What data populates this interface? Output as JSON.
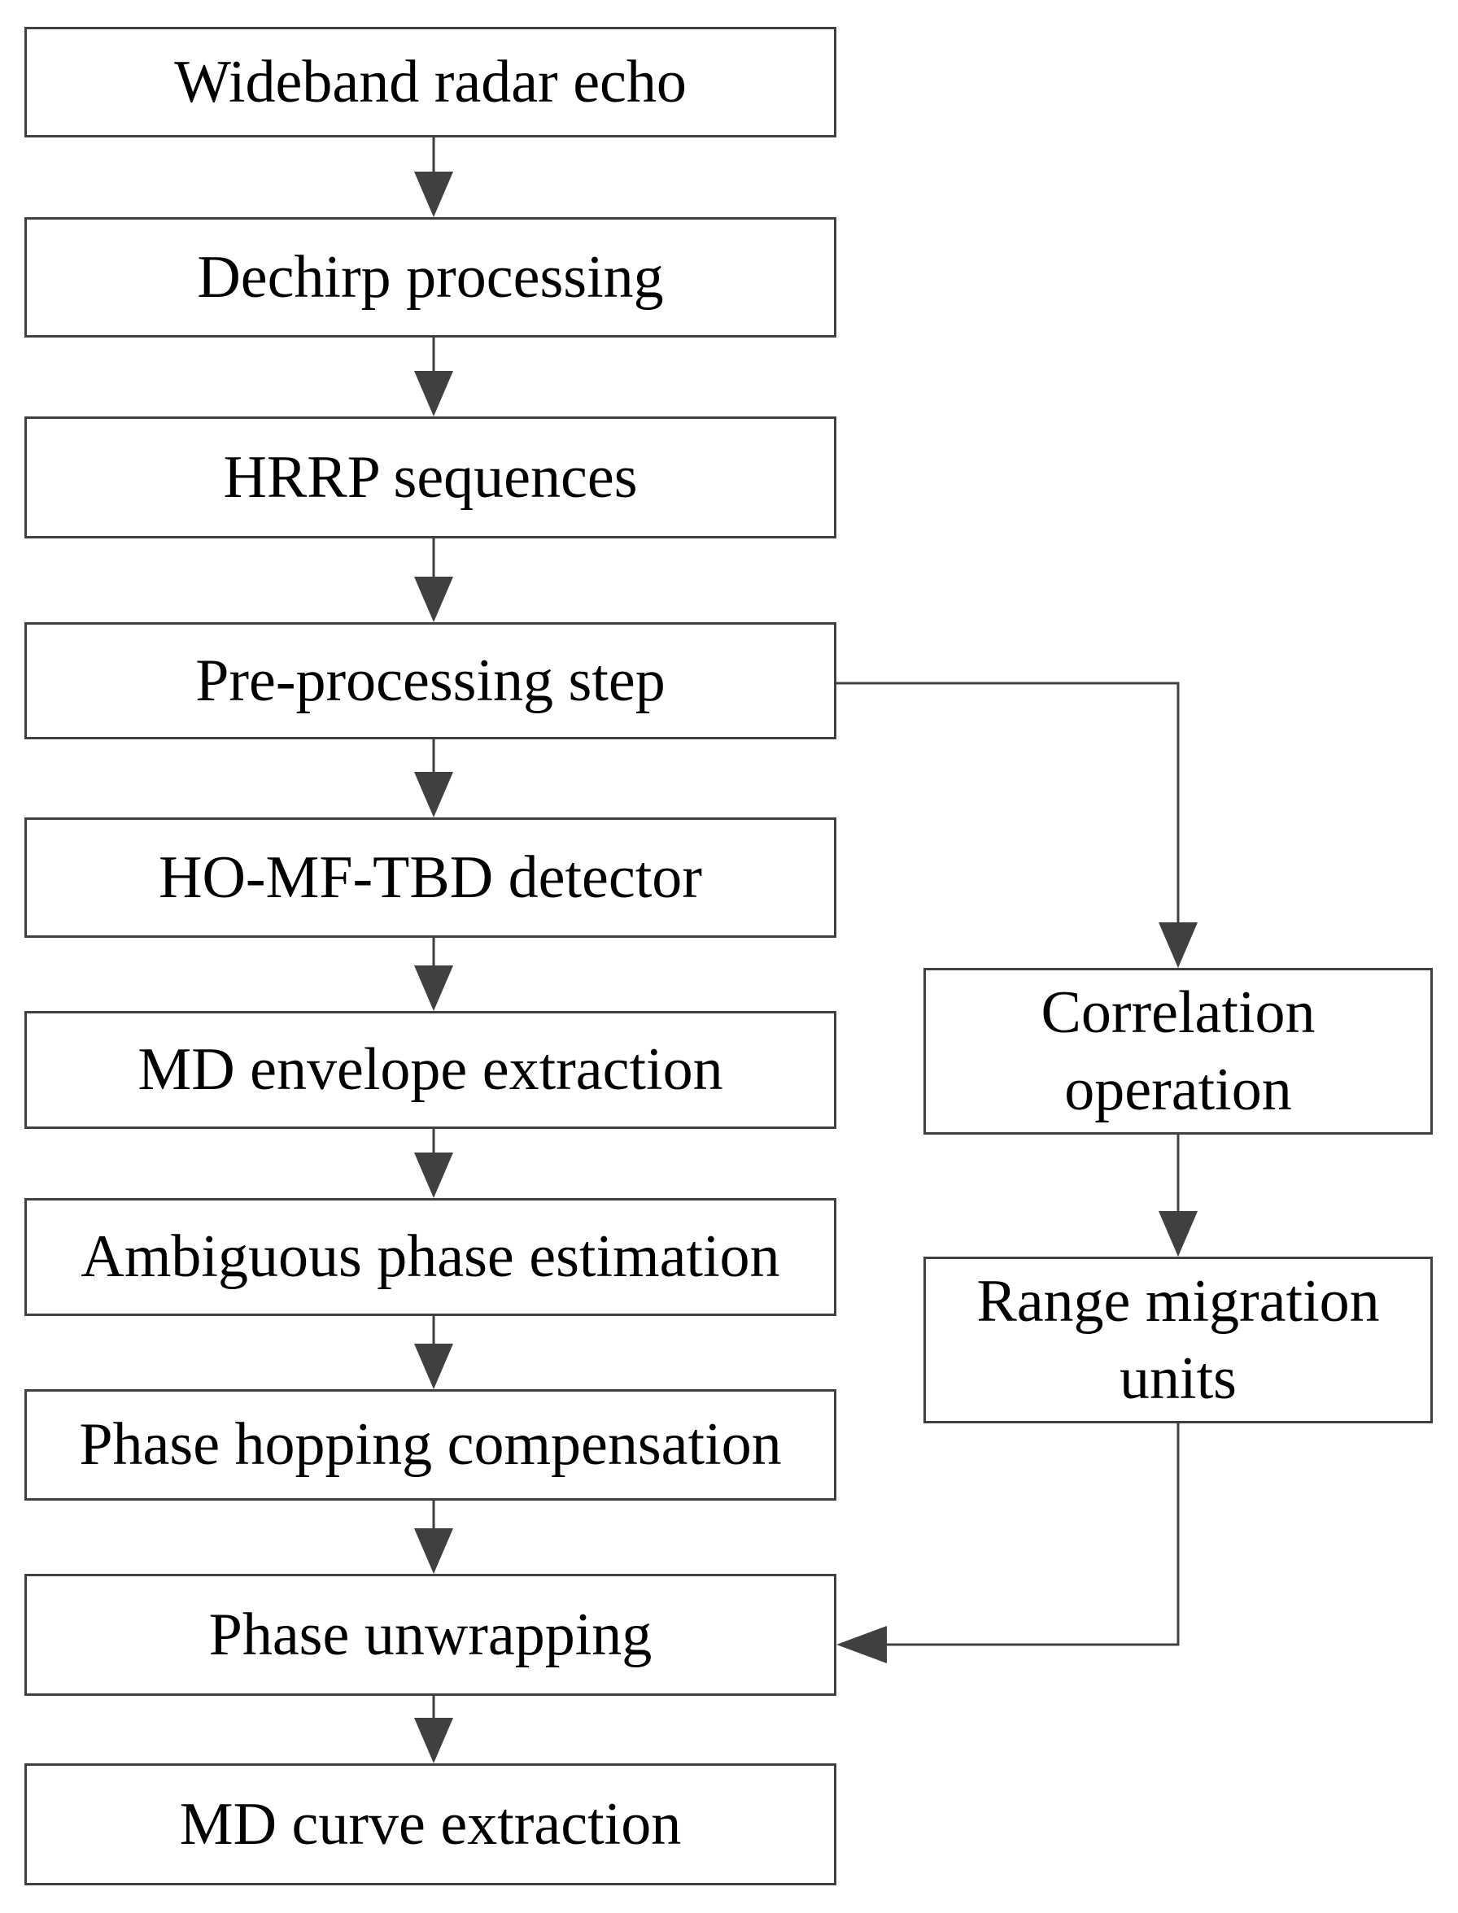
{
  "colors": {
    "line": "#404040",
    "text": "#000000",
    "background": "#ffffff"
  },
  "steps": [
    {
      "id": "wideband-radar-echo",
      "lines": [
        "Wideband radar echo"
      ]
    },
    {
      "id": "dechirp-processing",
      "lines": [
        "Dechirp processing"
      ]
    },
    {
      "id": "hrrp-sequences",
      "lines": [
        "HRRP sequences"
      ]
    },
    {
      "id": "pre-processing-step",
      "lines": [
        "Pre-processing step"
      ]
    },
    {
      "id": "ho-mf-tbd-detector",
      "lines": [
        "HO-MF-TBD detector"
      ]
    },
    {
      "id": "md-envelope-extraction",
      "lines": [
        "MD envelope extraction"
      ]
    },
    {
      "id": "ambiguous-phase-estimation",
      "lines": [
        "Ambiguous phase estimation"
      ]
    },
    {
      "id": "phase-hopping-compensation",
      "lines": [
        "Phase hopping compensation"
      ]
    },
    {
      "id": "phase-unwrapping",
      "lines": [
        "Phase unwrapping"
      ]
    },
    {
      "id": "md-curve-extraction",
      "lines": [
        "MD curve extraction"
      ]
    }
  ],
  "side_steps": [
    {
      "id": "correlation-operation",
      "lines": [
        "Correlation",
        "operation"
      ]
    },
    {
      "id": "range-migration-units",
      "lines": [
        "Range migration",
        "units"
      ]
    }
  ]
}
